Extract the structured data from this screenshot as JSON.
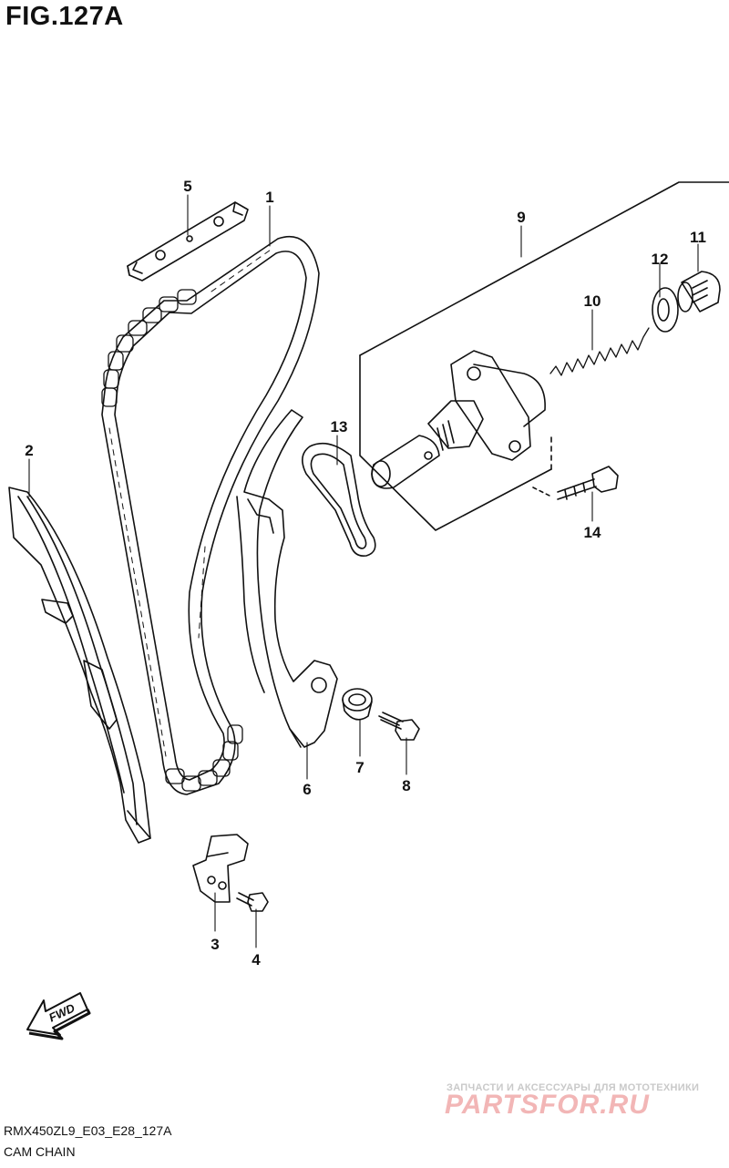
{
  "figure": {
    "title": "FIG.127A",
    "code": "RMX450ZL9_E03_E28_127A",
    "caption": "CAM CHAIN"
  },
  "callouts": [
    {
      "id": "1",
      "label": "1"
    },
    {
      "id": "2",
      "label": "2"
    },
    {
      "id": "3",
      "label": "3"
    },
    {
      "id": "4",
      "label": "4"
    },
    {
      "id": "5",
      "label": "5"
    },
    {
      "id": "6",
      "label": "6"
    },
    {
      "id": "7",
      "label": "7"
    },
    {
      "id": "8",
      "label": "8"
    },
    {
      "id": "9",
      "label": "9"
    },
    {
      "id": "10",
      "label": "10"
    },
    {
      "id": "11",
      "label": "11"
    },
    {
      "id": "12",
      "label": "12"
    },
    {
      "id": "13",
      "label": "13"
    },
    {
      "id": "14",
      "label": "14"
    }
  ],
  "direction_arrow": {
    "label": "FWD"
  },
  "watermark": {
    "tagline": "ЗАПЧАСТИ И АКСЕССУАРЫ ДЛЯ МОТОТЕХНИКИ",
    "logo": "PARTSFOR.RU"
  }
}
